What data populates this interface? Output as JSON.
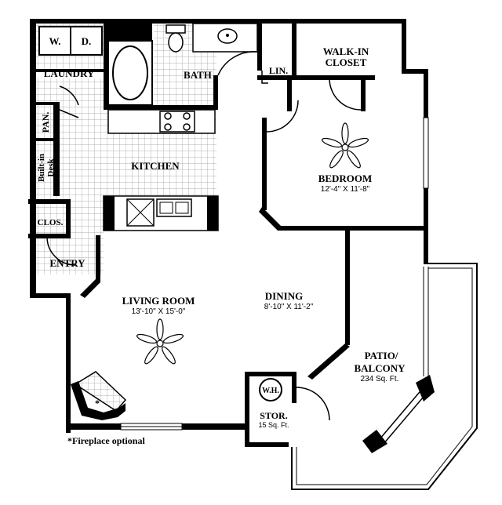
{
  "rooms": {
    "washer": "W.",
    "dryer": "D.",
    "laundry": "LAUNDRY",
    "bath": "BATH",
    "linen": "LIN.",
    "walk_in_closet_line1": "WALK-IN",
    "walk_in_closet_line2": "CLOSET",
    "pantry": "PAN.",
    "built_in_desk_line1": "Built-in",
    "built_in_desk_line2": "Desk",
    "kitchen": "KITCHEN",
    "bedroom": "BEDROOM",
    "bedroom_size": "12'-4\" X 11'-8\"",
    "closet": "CLOS.",
    "entry": "ENTRY",
    "living_room": "LIVING ROOM",
    "living_room_size": "13'-10\" X 15'-0\"",
    "dining": "DINING",
    "dining_size": "8'-10\" X 11'-2\"",
    "patio_line1": "PATIO/",
    "patio_line2": "BALCONY",
    "patio_size": "234 Sq. Ft.",
    "water_heater": "W.H.",
    "storage": "STOR.",
    "storage_size": "15 Sq. Ft.",
    "fireplace_mark": "*"
  },
  "footnote": "*Fireplace optional"
}
